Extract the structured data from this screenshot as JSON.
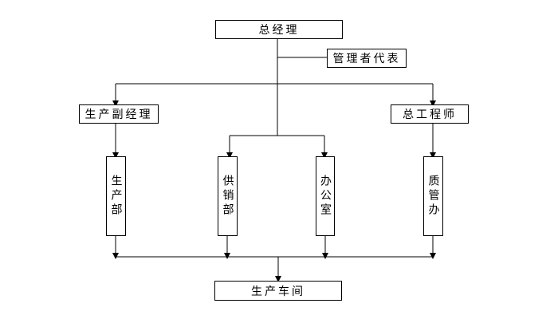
{
  "nodes": {
    "general_manager": "总经理",
    "management_rep": "管理者代表",
    "deputy_gm_production": "生产副经理",
    "chief_engineer": "总工程师",
    "production_dept": "生产部",
    "supply_sales_dept": "供销部",
    "office": "办公室",
    "quality_office": "质管办",
    "production_workshop": "生产车间"
  }
}
